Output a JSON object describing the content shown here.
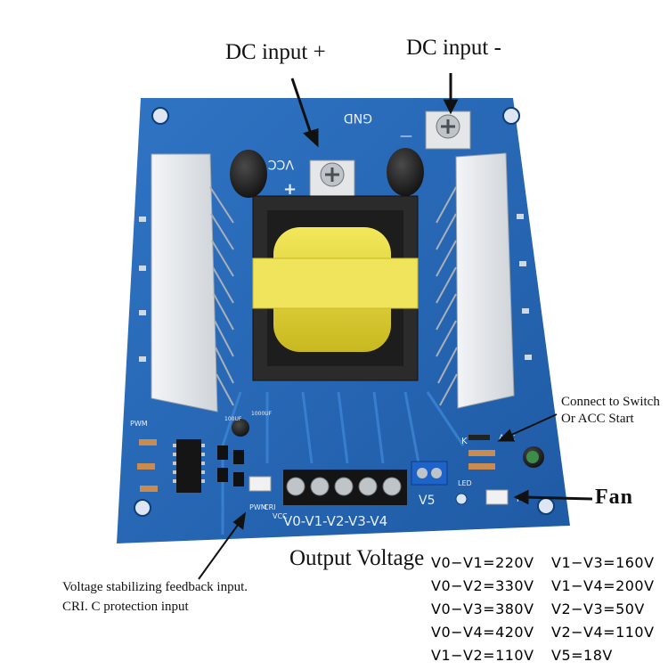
{
  "callouts": {
    "dc_plus": "DC input +",
    "dc_minus": "DC input -",
    "switch_line1": "Connect to Switch",
    "switch_line2": "Or ACC Start",
    "fan": "Fan",
    "output_voltage": "Output Voltage",
    "feedback_line1": "Voltage stabilizing feedback input.",
    "feedback_line2": "CRI. C protection input"
  },
  "board_silkscreen": {
    "vcc": "VCC",
    "gnd": "GND",
    "plus": "+",
    "minus": "—",
    "terminals": "V0-V1-V2-V3-V4",
    "v5": "V5",
    "led": "LED",
    "fs": "FS",
    "k": "K",
    "acc": "ACC",
    "pwm_left": "PWM",
    "pwm_mid": "PWM",
    "cri": "CRI",
    "vcc_small": "VCC",
    "cap_100uf": "100UF",
    "cap_1000uf": "1000UF"
  },
  "voltages_left": [
    "V0−V1=220V",
    "V0−V2=330V",
    "V0−V3=380V",
    "V0−V4=420V",
    "V1−V2=110V"
  ],
  "voltages_right": [
    "V1−V3=160V",
    "V1−V4=200V",
    "V2−V3=50V",
    "V2−V4=110V",
    "V5=18V"
  ],
  "colors": {
    "board": "#2a69b8",
    "board_dark": "#1d4f91",
    "heatsink": "#e9ecef",
    "core": "#2b2b2b",
    "coil": "#e7dc3a",
    "terminal_blue": "#1e63c8"
  }
}
